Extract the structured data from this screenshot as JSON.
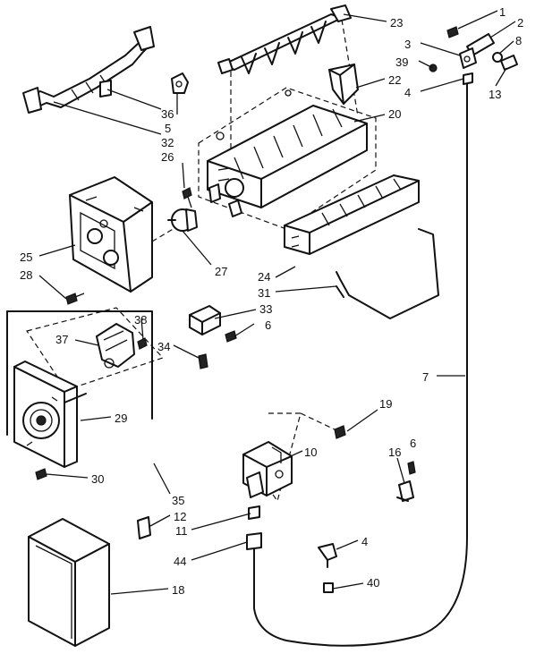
{
  "callouts": {
    "c1": "1",
    "c2": "2",
    "c3": "3",
    "c39": "39",
    "c4a": "4",
    "c8": "8",
    "c13": "13",
    "c23": "23",
    "c22": "22",
    "c20": "20",
    "c36": "36",
    "c5": "5",
    "c32": "32",
    "c26": "26",
    "c25": "25",
    "c28": "28",
    "c27": "27",
    "c24": "24",
    "c31": "31",
    "c33": "33",
    "c6a": "6",
    "c38": "38",
    "c37": "37",
    "c34": "34",
    "c7": "7",
    "c29": "29",
    "c19": "19",
    "c10": "10",
    "c16": "16",
    "c6b": "6",
    "c30": "30",
    "c35": "35",
    "c12": "12",
    "c11": "11",
    "c4b": "4",
    "c44": "44",
    "c18": "18",
    "c40": "40"
  }
}
